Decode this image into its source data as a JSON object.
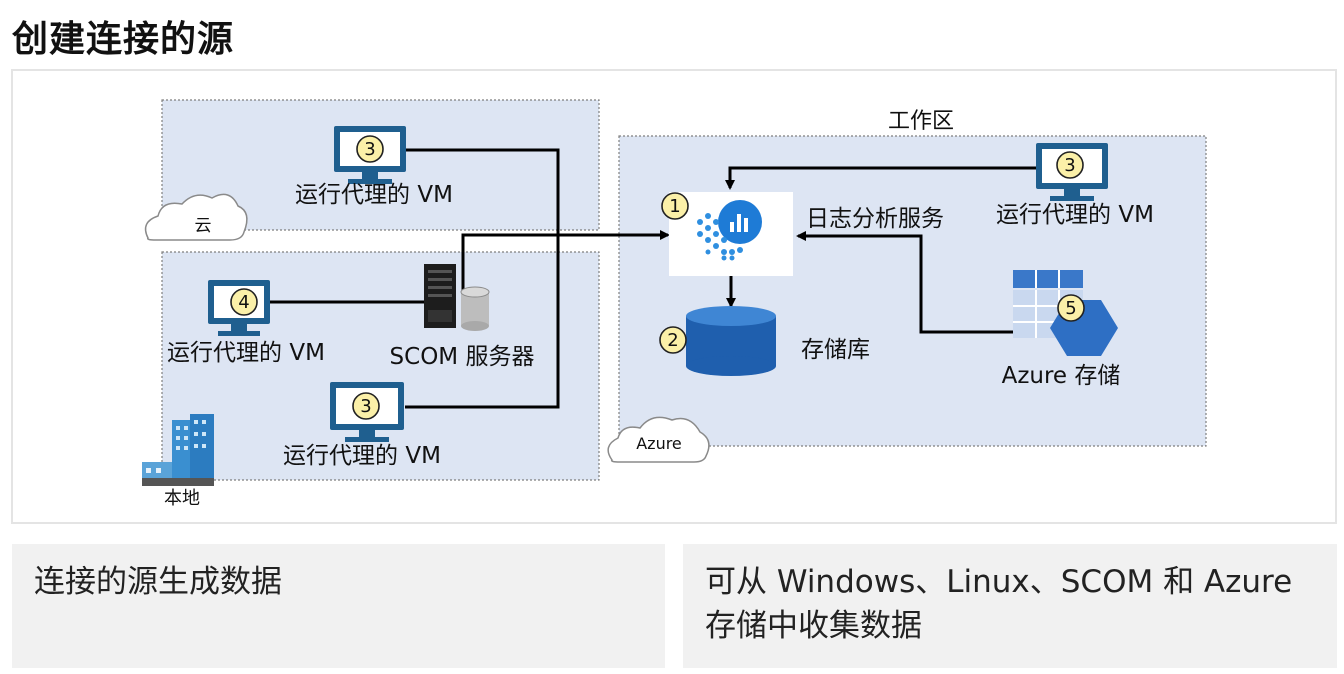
{
  "title": "创建连接的源",
  "zones": {
    "cloud_label": "云",
    "onprem_label": "本地",
    "workspace_label": "工作区",
    "azure_label": "Azure"
  },
  "nodes": {
    "cloud_vm": {
      "badge": "3",
      "label": "运行代理的 VM"
    },
    "onprem_vm_left": {
      "badge": "4",
      "label": "运行代理的 VM"
    },
    "onprem_vm_bottom": {
      "badge": "3",
      "label": "运行代理的 VM"
    },
    "scom_server": {
      "label": "SCOM 服务器"
    },
    "log_analytics": {
      "badge": "1",
      "label": "日志分析服务"
    },
    "repository": {
      "badge": "2",
      "label": "存储库"
    },
    "workspace_vm": {
      "badge": "3",
      "label": "运行代理的 VM"
    },
    "azure_storage": {
      "badge": "5",
      "label": "Azure 存储"
    }
  },
  "captions": {
    "left": "连接的源生成数据",
    "right": "可从 Windows、Linux、SCOM 和 Azure 存储中收集数据"
  },
  "colors": {
    "zone_fill": "#dde5f3",
    "monitor": "#1f5f8f",
    "badge": "#fbf0a8",
    "storage_blue": "#1f5fae",
    "caption_bg": "#f1f1f1"
  }
}
